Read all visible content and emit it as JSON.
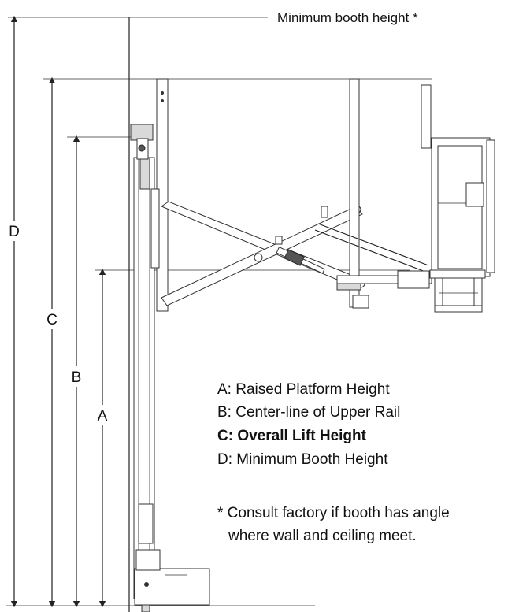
{
  "top_note": "Minimum booth height *",
  "dimensions": {
    "a": "A",
    "b": "B",
    "c": "C",
    "d": "D"
  },
  "legend": {
    "a": "A: Raised Platform Height",
    "b": "B: Center-line of Upper Rail",
    "c": "C: Overall Lift Height",
    "d": "D: Minimum Booth Height"
  },
  "footnote": {
    "line1": "* Consult factory if booth has angle",
    "line2": "where wall and ceiling meet."
  }
}
